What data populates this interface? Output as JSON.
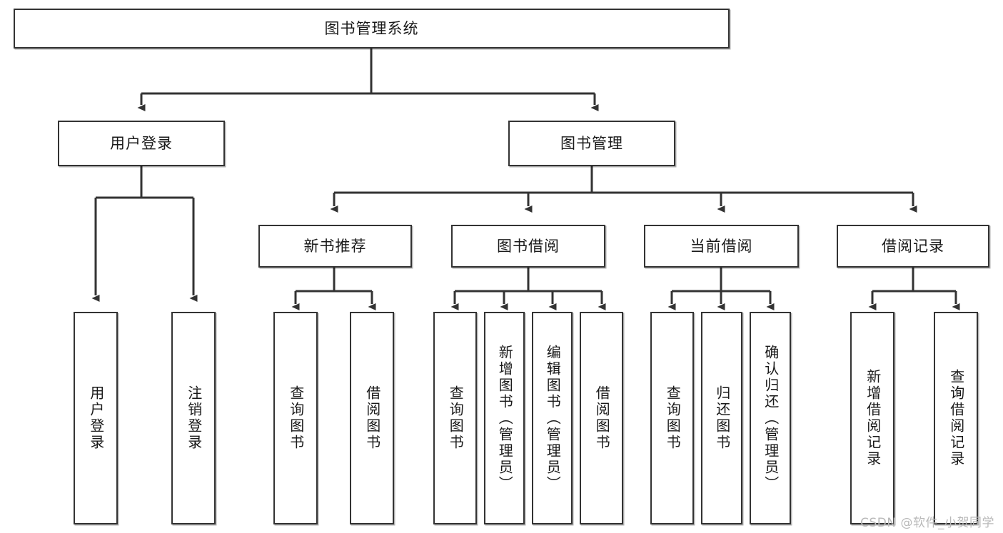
{
  "diagram": {
    "title": "图书管理系统",
    "type": "tree-hierarchy",
    "root": {
      "label": "图书管理系统"
    },
    "level2": [
      {
        "label": "用户登录"
      },
      {
        "label": "图书管理"
      }
    ],
    "level3": [
      {
        "label": "新书推荐"
      },
      {
        "label": "图书借阅"
      },
      {
        "label": "当前借阅"
      },
      {
        "label": "借阅记录"
      }
    ],
    "leaves": {
      "user_login": [
        {
          "label": "用户登录"
        },
        {
          "label": "注销登录"
        }
      ],
      "new_book_recommend": [
        {
          "label": "查询图书"
        },
        {
          "label": "借阅图书"
        }
      ],
      "book_borrow": [
        {
          "label": "查询图书"
        },
        {
          "label": "新增图书（管理员）"
        },
        {
          "label": "编辑图书（管理员）"
        },
        {
          "label": "借阅图书"
        }
      ],
      "current_borrow": [
        {
          "label": "查询图书"
        },
        {
          "label": "归还图书"
        },
        {
          "label": "确认归还（管理员）"
        }
      ],
      "borrow_record": [
        {
          "label": "新增借阅记录"
        },
        {
          "label": "查询借阅记录"
        }
      ]
    }
  },
  "watermark": {
    "text": "CSDN @软件_小贺同学"
  },
  "colors": {
    "background": "#ffffff",
    "node_border": "#333333",
    "node_fill": "#ffffff",
    "connector": "#333333",
    "text": "#1a1a1a",
    "watermark": "#b9b9b9"
  }
}
